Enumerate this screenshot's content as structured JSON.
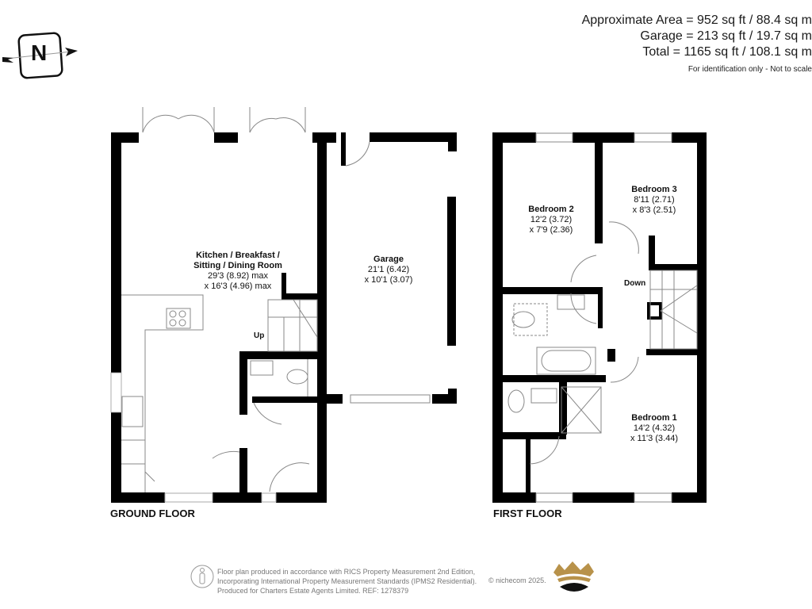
{
  "areas": {
    "approximate": "Approximate Area = 952 sq ft / 88.4 sq m",
    "garage": "Garage = 213 sq ft / 19.7 sq m",
    "total": "Total = 1165 sq ft / 108.1 sq m",
    "note": "For identification only - Not to scale"
  },
  "compass": {
    "icon": "north-arrow-icon",
    "label": "N"
  },
  "ground_floor": {
    "label": "GROUND FLOOR",
    "rooms": [
      {
        "name": "Kitchen / Breakfast /",
        "name2": "Sitting / Dining Room",
        "dim1": "29'3 (8.92) max",
        "dim2": "x 16'3 (4.96) max"
      },
      {
        "name": "Garage",
        "dim1": "21'1 (6.42)",
        "dim2": "x 10'1 (3.07)"
      }
    ],
    "stairs_label": "Up"
  },
  "first_floor": {
    "label": "FIRST FLOOR",
    "rooms": [
      {
        "name": "Bedroom 2",
        "dim1": "12'2 (3.72)",
        "dim2": "x 7'9 (2.36)"
      },
      {
        "name": "Bedroom 3",
        "dim1": "8'11 (2.71)",
        "dim2": "x 8'3 (2.51)"
      },
      {
        "name": "Bedroom 1",
        "dim1": "14'2 (4.32)",
        "dim2": "x 11'3 (3.44)"
      }
    ],
    "stairs_label": "Down"
  },
  "footer": {
    "line1": "Floor plan produced in accordance with RICS Property Measurement 2nd Edition,",
    "line2": "Incorporating International Property Measurement Standards (IPMS2 Residential).",
    "line3": "Produced for Charters Estate Agents Limited.   REF: 1278379",
    "copyright": "© nichecom 2025.",
    "logo_colors": {
      "gold": "#b8924a",
      "black": "#111111"
    }
  }
}
